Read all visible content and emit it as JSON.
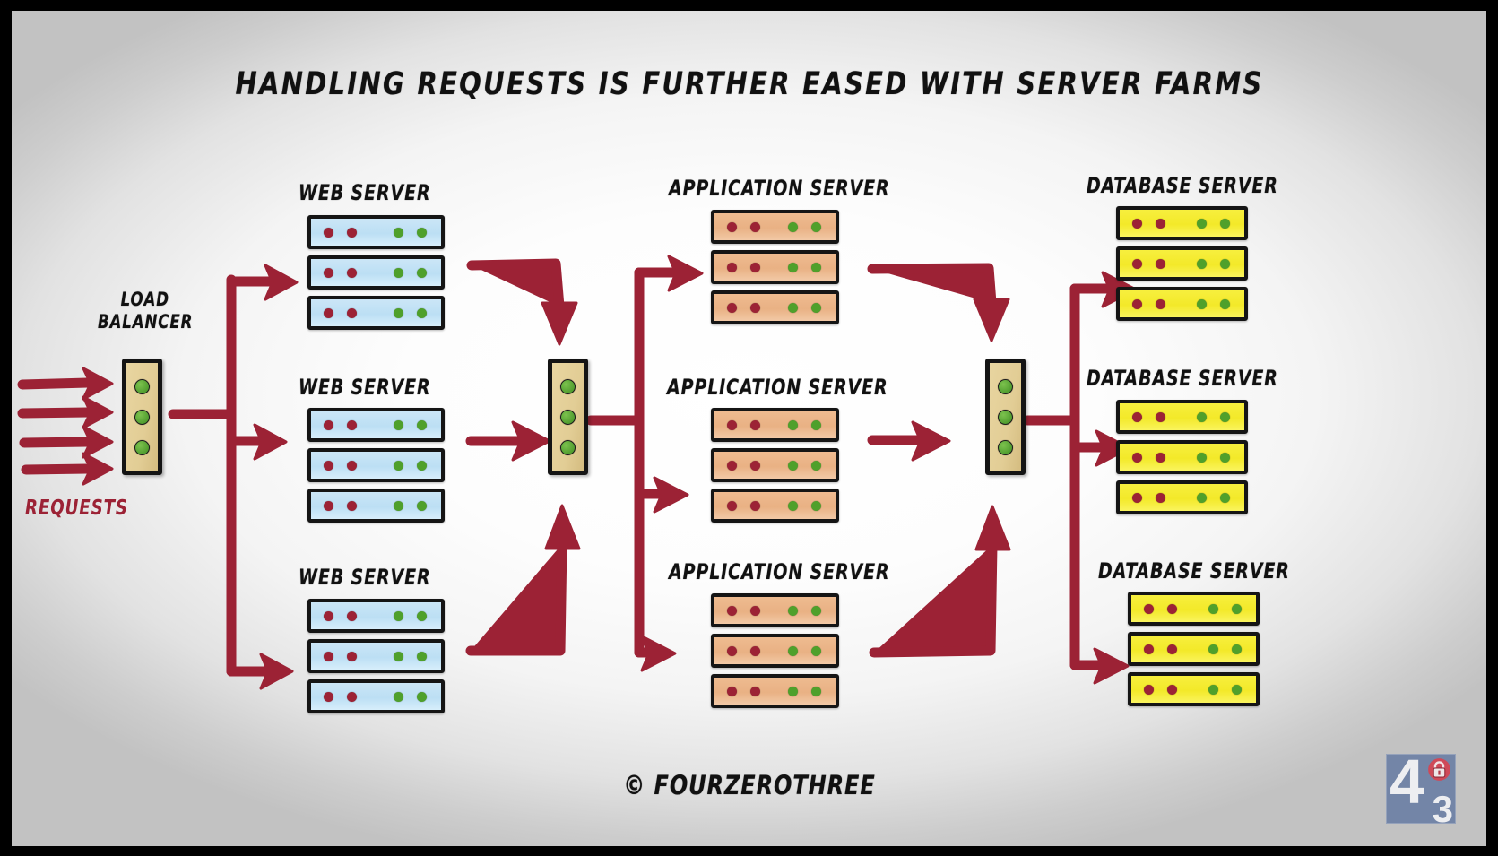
{
  "title": "HANDLING REQUESTS IS FURTHER EASED WITH SERVER FARMS",
  "watermark": "© FOURZEROTHREE",
  "colors": {
    "arrow": "#9c2235",
    "web_unit": "#c6e3f6",
    "app_unit": "#eab389",
    "db_unit": "#f4ea2c",
    "load_balancer": "#e2cd95",
    "status_led_green": "#4fa02b",
    "status_led_red": "#9c2235",
    "stroke": "#151515",
    "logo_bg": "#6e81a5",
    "frame": "#000000"
  },
  "requests": {
    "label": "REQUESTS",
    "arrow_count": 4
  },
  "load_balancers": [
    {
      "name": "entry-load-balancer",
      "label_line1": "LOAD",
      "label_line2": "BALANCER",
      "led_count": 3
    },
    {
      "name": "web-to-app-load-balancer",
      "label_line1": "",
      "label_line2": "",
      "led_count": 3
    },
    {
      "name": "app-to-db-load-balancer",
      "label_line1": "",
      "label_line2": "",
      "led_count": 3
    }
  ],
  "tiers": [
    {
      "id": "web",
      "label": "WEB SERVER",
      "racks": [
        {
          "label": "WEB SERVER",
          "units": 3,
          "red_dots": 2,
          "green_dots": 2
        },
        {
          "label": "WEB SERVER",
          "units": 3,
          "red_dots": 2,
          "green_dots": 2
        },
        {
          "label": "WEB SERVER",
          "units": 3,
          "red_dots": 2,
          "green_dots": 2
        }
      ]
    },
    {
      "id": "app",
      "label": "APPLICATION SERVER",
      "racks": [
        {
          "label": "APPLICATION SERVER",
          "units": 3,
          "red_dots": 2,
          "green_dots": 2
        },
        {
          "label": "APPLICATION SERVER",
          "units": 3,
          "red_dots": 2,
          "green_dots": 2
        },
        {
          "label": "APPLICATION SERVER",
          "units": 3,
          "red_dots": 2,
          "green_dots": 2
        }
      ]
    },
    {
      "id": "db",
      "label": "DATABASE SERVER",
      "racks": [
        {
          "label": "DATABASE SERVER",
          "units": 3,
          "red_dots": 2,
          "green_dots": 2
        },
        {
          "label": "DATABASE SERVER",
          "units": 3,
          "red_dots": 2,
          "green_dots": 2
        },
        {
          "label": "DATABASE SERVER",
          "units": 3,
          "red_dots": 2,
          "green_dots": 2
        }
      ]
    }
  ],
  "logo": {
    "digit_top": "4",
    "digit_bottom": "3",
    "icon": "lock-icon"
  }
}
